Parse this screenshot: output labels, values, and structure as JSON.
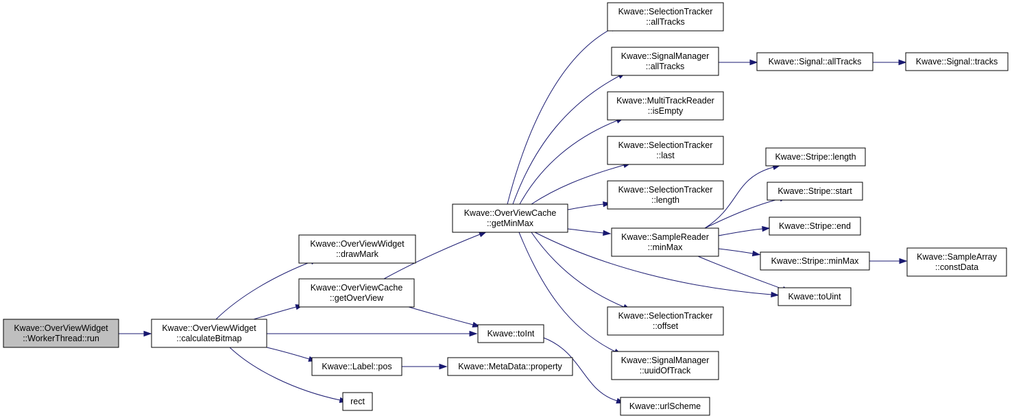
{
  "colors": {
    "edge": "#191970",
    "root_fill": "#bfbfbf",
    "node_fill": "#ffffff",
    "node_stroke": "#000000"
  },
  "nodes": [
    {
      "id": "n_run",
      "lines": [
        "Kwave::OverViewWidget",
        "::WorkerThread::run"
      ],
      "root": true
    },
    {
      "id": "n_calc",
      "lines": [
        "Kwave::OverViewWidget",
        "::calculateBitmap"
      ]
    },
    {
      "id": "n_drawmark",
      "lines": [
        "Kwave::OverViewWidget",
        "::drawMark"
      ]
    },
    {
      "id": "n_getoverview",
      "lines": [
        "Kwave::OverViewCache",
        "::getOverView"
      ]
    },
    {
      "id": "n_toint",
      "lines": [
        "Kwave::toInt"
      ]
    },
    {
      "id": "n_labelpos",
      "lines": [
        "Kwave::Label::pos"
      ]
    },
    {
      "id": "n_rect",
      "lines": [
        "rect"
      ]
    },
    {
      "id": "n_property",
      "lines": [
        "Kwave::MetaData::property"
      ]
    },
    {
      "id": "n_getminmax",
      "lines": [
        "Kwave::OverViewCache",
        "::getMinMax"
      ]
    },
    {
      "id": "n_st_alltracks",
      "lines": [
        "Kwave::SelectionTracker",
        "::allTracks"
      ]
    },
    {
      "id": "n_sm_alltracks",
      "lines": [
        "Kwave::SignalManager",
        "::allTracks"
      ]
    },
    {
      "id": "n_mtr_isempty",
      "lines": [
        "Kwave::MultiTrackReader",
        "::isEmpty"
      ]
    },
    {
      "id": "n_st_last",
      "lines": [
        "Kwave::SelectionTracker",
        "::last"
      ]
    },
    {
      "id": "n_st_length",
      "lines": [
        "Kwave::SelectionTracker",
        "::length"
      ]
    },
    {
      "id": "n_sr_minmax",
      "lines": [
        "Kwave::SampleReader",
        "::minMax"
      ]
    },
    {
      "id": "n_st_offset",
      "lines": [
        "Kwave::SelectionTracker",
        "::offset"
      ]
    },
    {
      "id": "n_sm_uuid",
      "lines": [
        "Kwave::SignalManager",
        "::uuidOfTrack"
      ]
    },
    {
      "id": "n_urlscheme",
      "lines": [
        "Kwave::urlScheme"
      ]
    },
    {
      "id": "n_sig_alltracks",
      "lines": [
        "Kwave::Signal::allTracks"
      ]
    },
    {
      "id": "n_sig_tracks",
      "lines": [
        "Kwave::Signal::tracks"
      ]
    },
    {
      "id": "n_stripe_length",
      "lines": [
        "Kwave::Stripe::length"
      ]
    },
    {
      "id": "n_stripe_start",
      "lines": [
        "Kwave::Stripe::start"
      ]
    },
    {
      "id": "n_stripe_end",
      "lines": [
        "Kwave::Stripe::end"
      ]
    },
    {
      "id": "n_stripe_minmax",
      "lines": [
        "Kwave::Stripe::minMax"
      ]
    },
    {
      "id": "n_touint",
      "lines": [
        "Kwave::toUint"
      ]
    },
    {
      "id": "n_sa_constdata",
      "lines": [
        "Kwave::SampleArray",
        "::constData"
      ]
    }
  ],
  "edges": [
    {
      "from": "n_run",
      "to": "n_calc"
    },
    {
      "from": "n_calc",
      "to": "n_drawmark"
    },
    {
      "from": "n_calc",
      "to": "n_getoverview"
    },
    {
      "from": "n_calc",
      "to": "n_toint"
    },
    {
      "from": "n_calc",
      "to": "n_labelpos"
    },
    {
      "from": "n_calc",
      "to": "n_rect"
    },
    {
      "from": "n_getoverview",
      "to": "n_getminmax"
    },
    {
      "from": "n_getoverview",
      "to": "n_toint"
    },
    {
      "from": "n_labelpos",
      "to": "n_property"
    },
    {
      "from": "n_toint",
      "to": "n_urlscheme"
    },
    {
      "from": "n_getminmax",
      "to": "n_st_alltracks"
    },
    {
      "from": "n_getminmax",
      "to": "n_sm_alltracks"
    },
    {
      "from": "n_getminmax",
      "to": "n_mtr_isempty"
    },
    {
      "from": "n_getminmax",
      "to": "n_st_last"
    },
    {
      "from": "n_getminmax",
      "to": "n_st_length"
    },
    {
      "from": "n_getminmax",
      "to": "n_sr_minmax"
    },
    {
      "from": "n_getminmax",
      "to": "n_touint"
    },
    {
      "from": "n_getminmax",
      "to": "n_st_offset"
    },
    {
      "from": "n_getminmax",
      "to": "n_sm_uuid"
    },
    {
      "from": "n_sm_alltracks",
      "to": "n_sig_alltracks"
    },
    {
      "from": "n_sig_alltracks",
      "to": "n_sig_tracks"
    },
    {
      "from": "n_sr_minmax",
      "to": "n_stripe_length"
    },
    {
      "from": "n_sr_minmax",
      "to": "n_stripe_start"
    },
    {
      "from": "n_sr_minmax",
      "to": "n_stripe_end"
    },
    {
      "from": "n_sr_minmax",
      "to": "n_stripe_minmax"
    },
    {
      "from": "n_sr_minmax",
      "to": "n_touint"
    },
    {
      "from": "n_stripe_minmax",
      "to": "n_sa_constdata"
    }
  ]
}
